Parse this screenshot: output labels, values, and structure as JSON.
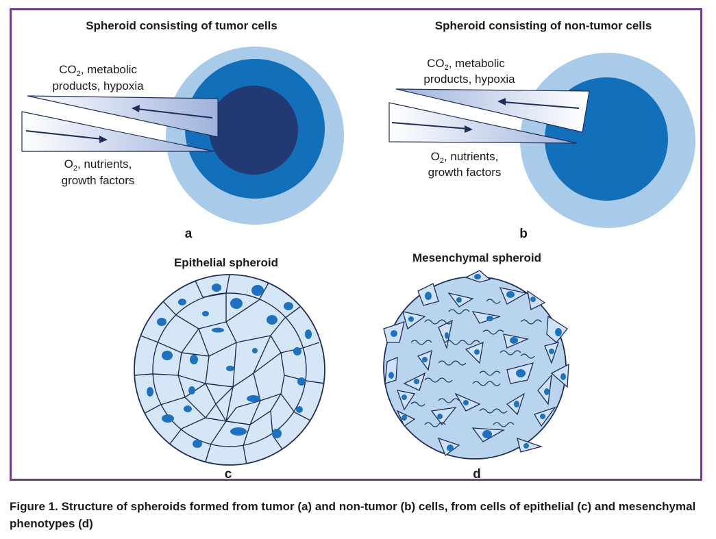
{
  "panels": {
    "a": {
      "title": "Spheroid consisting of tumor cells",
      "out_label_pre": "CO",
      "out_label_sub": "2",
      "out_label_post": ", metabolic",
      "out_label_line2": "products, hypoxia",
      "in_label_pre": "O",
      "in_label_sub": "2",
      "in_label_post": ", nutrients,",
      "in_label_line2": "growth factors",
      "letter": "a"
    },
    "b": {
      "title": "Spheroid consisting of non-tumor cells",
      "out_label_pre": "CO",
      "out_label_sub": "2",
      "out_label_post": ", metabolic",
      "out_label_line2": "products, hypoxia",
      "in_label_pre": "O",
      "in_label_sub": "2",
      "in_label_post": ", nutrients,",
      "in_label_line2": "growth factors",
      "letter": "b"
    },
    "c": {
      "title": "Epithelial spheroid",
      "letter": "c"
    },
    "d": {
      "title": "Mesenchymal spheroid",
      "letter": "d"
    }
  },
  "colors": {
    "frame": "#6a3f8f",
    "outer_layer": "#a9cbea",
    "middle_layer": "#1270bb",
    "necrotic_core": "#213a73",
    "cell_fill": "#d5e6f6",
    "nucleus": "#1a72c0",
    "outline": "#1e2c57"
  },
  "caption": "Figure 1. Structure of spheroids formed from tumor (a) and non-tumor (b) cells, from cells of epithelial (c) and mesenchymal phenotypes (d)"
}
